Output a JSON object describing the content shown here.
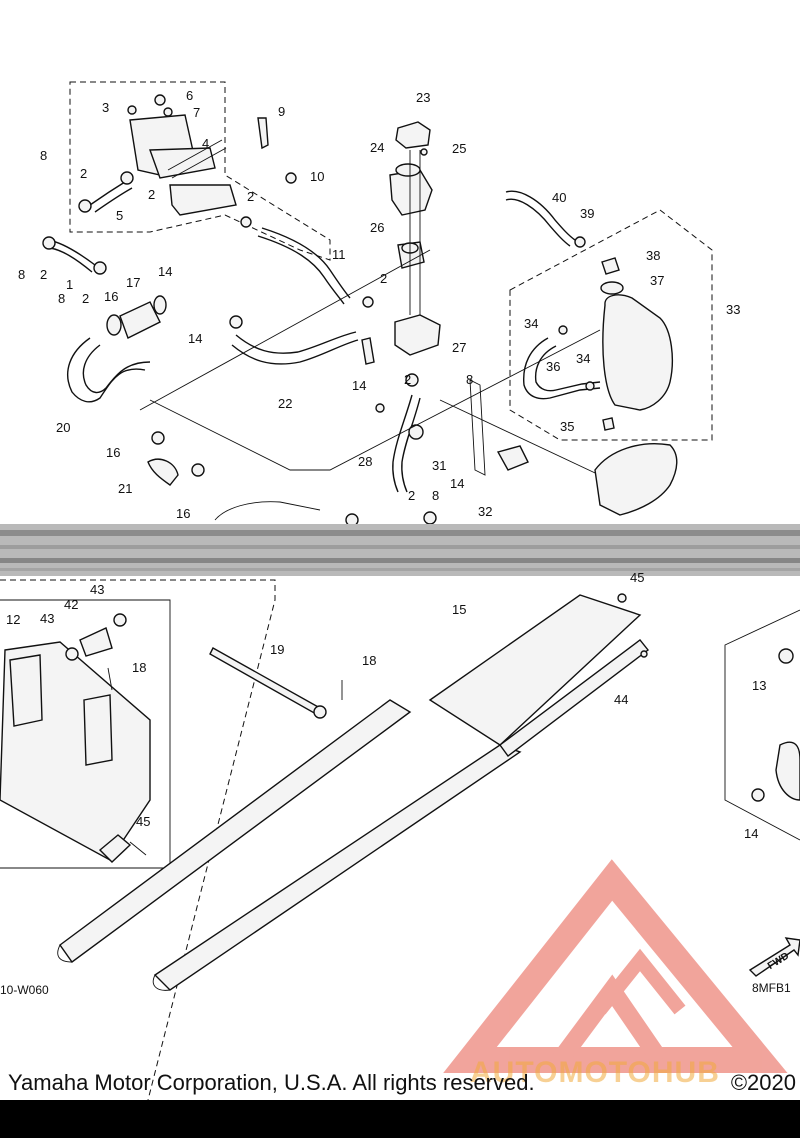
{
  "diagram": {
    "callouts": {
      "c1": "1",
      "c2a": "2",
      "c2b": "2",
      "c2c": "2",
      "c2d": "2",
      "c2e": "2",
      "c2f": "2",
      "c2g": "2",
      "c2h": "2",
      "c3": "3",
      "c4": "4",
      "c5": "5",
      "c6": "6",
      "c7": "7",
      "c8a": "8",
      "c8b": "8",
      "c8c": "8",
      "c8d": "8",
      "c8e": "8",
      "c9": "9",
      "c10": "10",
      "c11": "11",
      "c12": "12",
      "c13": "13",
      "c14a": "14",
      "c14b": "14",
      "c14c": "14",
      "c14d": "14",
      "c14e": "14",
      "c15": "15",
      "c16a": "16",
      "c16b": "16",
      "c16c": "16",
      "c17": "17",
      "c18a": "18",
      "c18b": "18",
      "c19": "19",
      "c20": "20",
      "c21": "21",
      "c22": "22",
      "c23": "23",
      "c24": "24",
      "c25": "25",
      "c26": "26",
      "c27": "27",
      "c28": "28",
      "c31": "31",
      "c32": "32",
      "c33": "33",
      "c34a": "34",
      "c34b": "34",
      "c35": "35",
      "c36": "36",
      "c37": "37",
      "c38": "38",
      "c39": "39",
      "c40": "40",
      "c42": "42",
      "c43a": "43",
      "c43b": "43",
      "c44": "44",
      "c45a": "45",
      "c45b": "45"
    },
    "code_left": "10-W060",
    "code_right": "8MFB1",
    "fwd_label": "FWD"
  },
  "footer": {
    "copyright": "Yamaha Motor Corporation, U.S.A. All rights reserved.",
    "year": "©2020",
    "watermark_text": "AUTOMOTOHUB"
  },
  "colors": {
    "watermark": "#e8685a",
    "ink": "#111111",
    "bottom_bar": "#000000"
  }
}
